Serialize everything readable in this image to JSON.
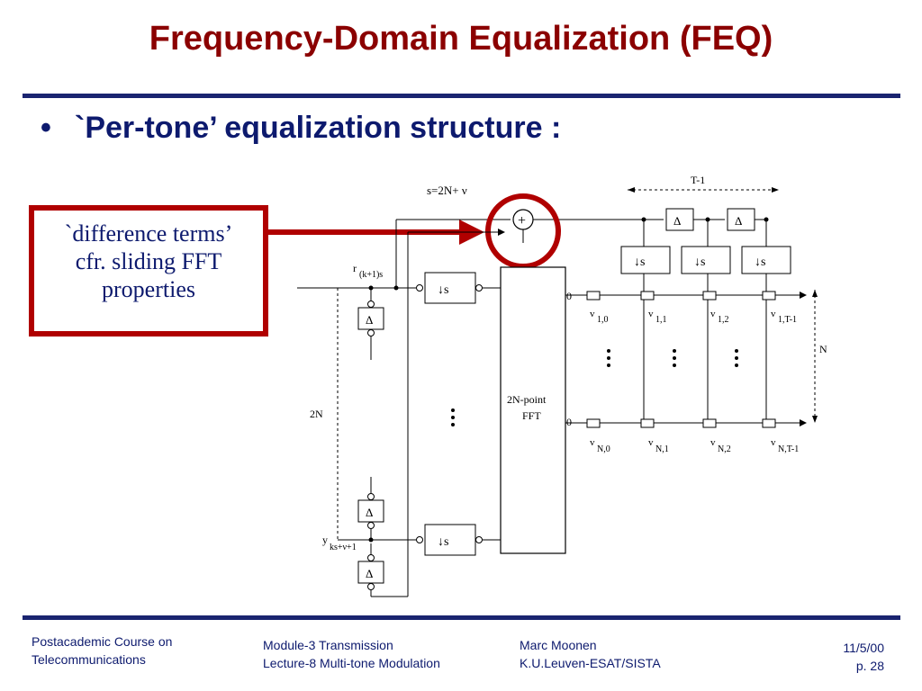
{
  "title": "Frequency-Domain Equalization (FEQ)",
  "bullet": "`Per-tone’ equalization structure :",
  "callout": {
    "line1": "`difference terms’",
    "line2": "cfr. sliding FFT",
    "line3": "properties"
  },
  "diagram": {
    "s_label": "s=2N+ ν",
    "t_label": "T-1",
    "r_label": "r",
    "r_sub": "(k+1)s",
    "y_label": "y",
    "y_sub": "ks+ν+1",
    "two_n": "2N",
    "n_label": "N",
    "delta": "Δ",
    "downsample": "↓s",
    "fft_line1": "2N-point",
    "fft_line2": "FFT",
    "zero": "0",
    "v10": "v",
    "v10_sub": "1,0",
    "v11": "v",
    "v11_sub": "1,1",
    "v12": "v",
    "v12_sub": "1,2",
    "v1T": "v",
    "v1T_sub": "1,T-1",
    "vN0": "v",
    "vN0_sub": "N,0",
    "vN1": "v",
    "vN1_sub": "N,1",
    "vN2": "v",
    "vN2_sub": "N,2",
    "vNT": "v",
    "vNT_sub": "N,T-1",
    "plus": "+"
  },
  "footer": {
    "left1": "Postacademic Course on",
    "left2": "Telecommunications",
    "mid1": "Module-3  Transmission",
    "mid2": "Lecture-8  Multi-tone Modulation",
    "author1": "Marc Moonen",
    "author2": "K.U.Leuven-ESAT/SISTA",
    "date": "11/5/00",
    "page": "p. 28"
  }
}
